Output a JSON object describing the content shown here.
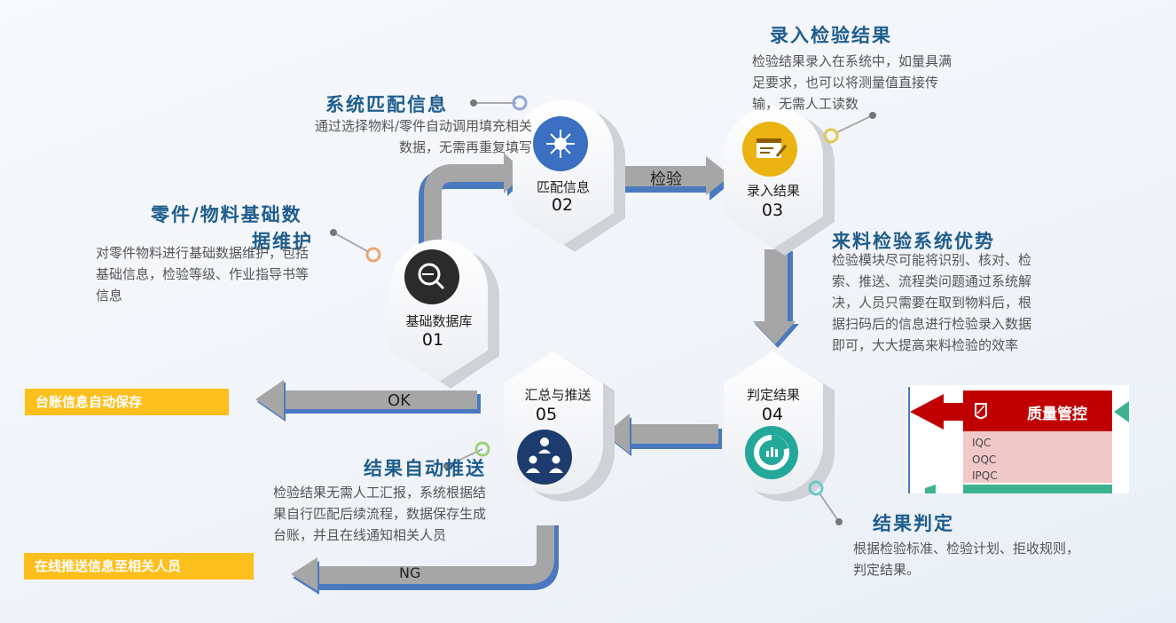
{
  "colors": {
    "accent_blue": "#1f5d8c",
    "banner_yellow": "#fdbf1c",
    "arrow_gray": "#a6a6a6",
    "quality_red": "#c00000",
    "quality_green": "#3cb38e"
  },
  "nodes": [
    {
      "label": "基础数据库",
      "num": "01",
      "icon": "key-search-icon"
    },
    {
      "label": "匹配信息",
      "num": "02",
      "icon": "network-gear-icon"
    },
    {
      "label": "录入结果",
      "num": "03",
      "icon": "form-edit-icon"
    },
    {
      "label": "判定结果",
      "num": "04",
      "icon": "pie-chart-icon"
    },
    {
      "label": "汇总与推送",
      "num": "05",
      "icon": "team-share-icon"
    }
  ],
  "sections": {
    "base": {
      "title_line1": "零件/物料基础数",
      "title_line2": "据维护",
      "desc": "对零件物料进行基础数据维护，包括基础信息，检验等级、作业指导书等信息"
    },
    "match": {
      "title": "系统匹配信息",
      "desc": "通过选择物料/零件自动调用填充相关数据，无需再重复填写"
    },
    "entry": {
      "title": "录入检验结果",
      "desc": "检验结果录入在系统中，如量具满足要求，也可以将测量值直接传输，无需人工读数"
    },
    "advantage": {
      "title": "来料检验系统优势",
      "desc": "检验模块尽可能将识别、核对、检索、推送、流程类问题通过系统解决，人员只需要在取到物料后，根据扫码后的信息进行检验录入数据即可，大大提高来料检验的效率"
    },
    "judge": {
      "title": "结果判定",
      "desc": "根据检验标准、检验计划、拒收规则，判定结果。"
    },
    "push": {
      "title": "结果自动推送",
      "desc": "检验结果无需人工汇报，系统根据结果自行匹配后续流程，数据保存生成台账，并且在线通知相关人员"
    }
  },
  "arrows": {
    "inspect": "检验",
    "ok": "OK",
    "ng": "NG"
  },
  "banners": {
    "ok": "台账信息自动保存",
    "ng": "在线推送信息至相关人员"
  },
  "quality": {
    "title": "质量管控",
    "items": [
      "IQC",
      "OQC",
      "IPQC"
    ]
  }
}
